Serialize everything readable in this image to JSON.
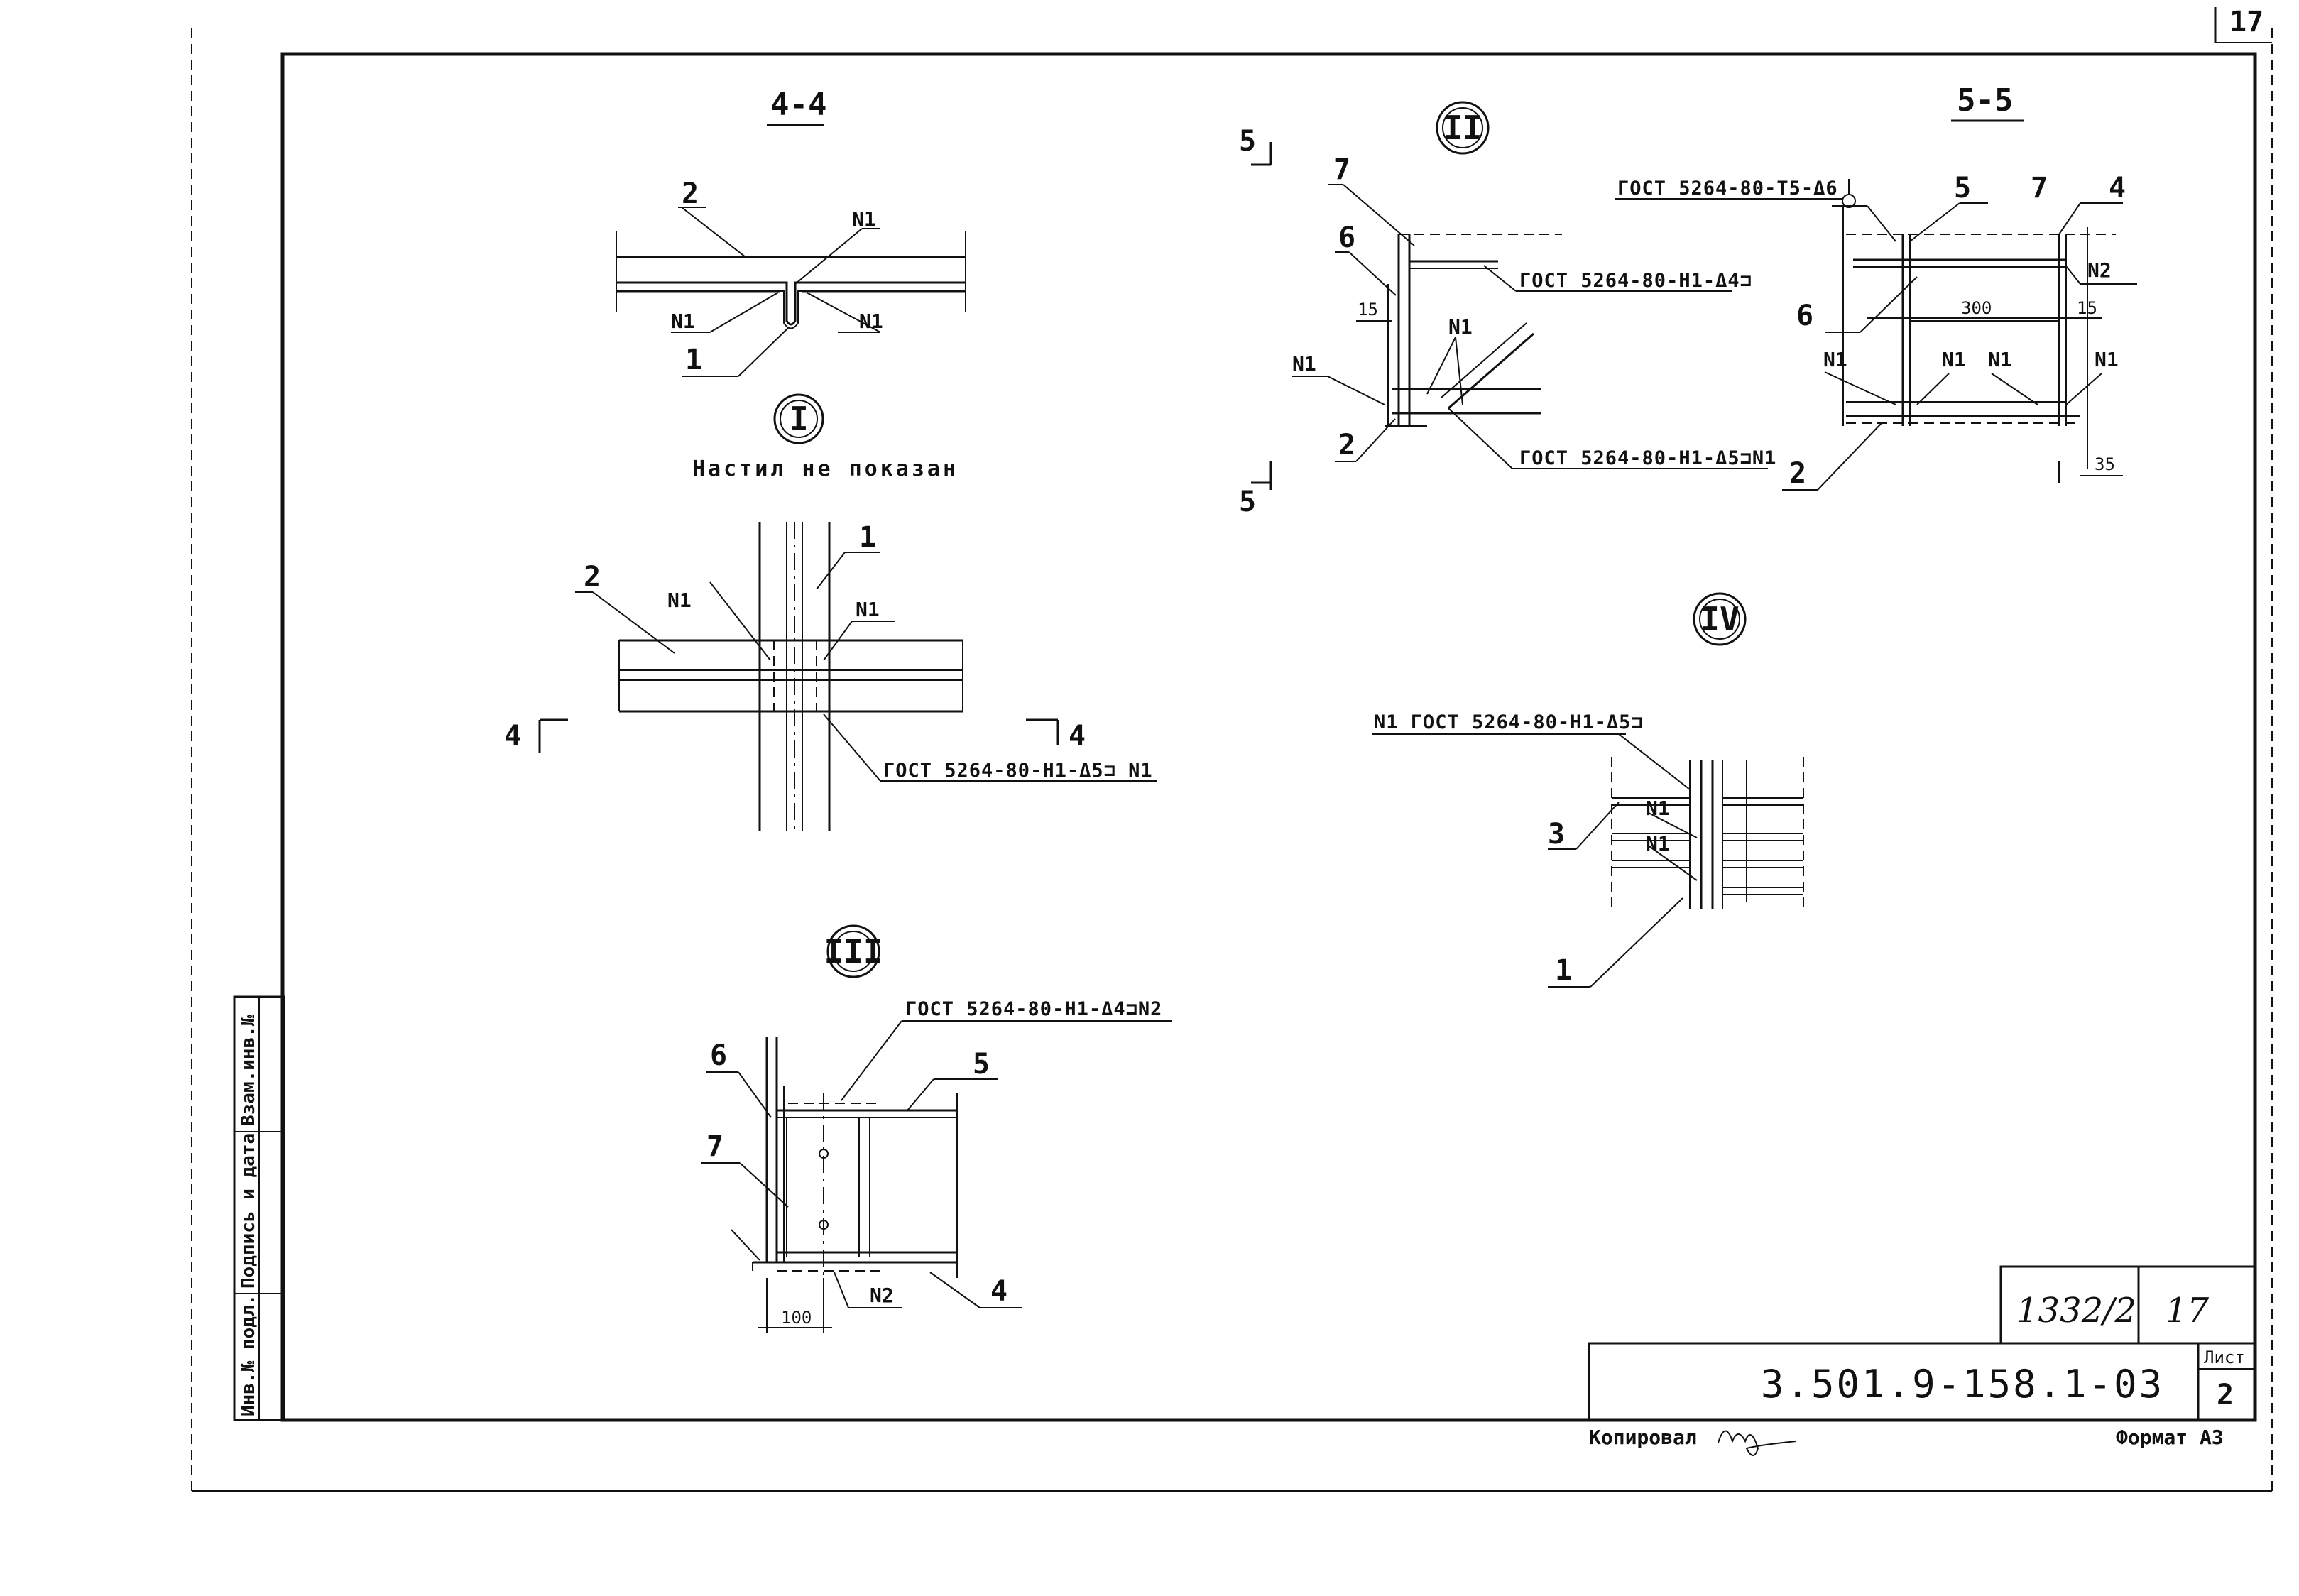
{
  "sheet_number_top": "17",
  "section_4_4": {
    "title": "4-4",
    "labels": [
      "2",
      "N1",
      "N1",
      "N1",
      "1"
    ]
  },
  "node_1": {
    "marker": "I",
    "note": "Настил не показан",
    "labels": [
      "2",
      "N1",
      "1",
      "N1"
    ],
    "cut_left": "4",
    "cut_right": "4",
    "weld": "ГОСТ 5264-80-Н1-Δ5⊐ N1"
  },
  "node_2": {
    "marker": "II",
    "cut_top": "5",
    "cut_bottom": "5",
    "labels": [
      "7",
      "6",
      "15",
      "N1",
      "N1",
      "2"
    ],
    "weld_top": "ГОСТ 5264-80-Н1-Δ4⊐",
    "weld_bottom": "ГОСТ 5264-80-Н1-Δ5⊐N1"
  },
  "section_5_5": {
    "title": "5-5",
    "weld": "ГОСТ 5264-80-Т5-Δ6",
    "labels": [
      "5",
      "7",
      "4",
      "N2",
      "6",
      "300",
      "15",
      "N1",
      "N1",
      "N1",
      "N1",
      "2",
      "35"
    ]
  },
  "node_4": {
    "marker": "IV",
    "weld": "N1 ГОСТ 5264-80-Н1-Δ5⊐",
    "labels": [
      "3",
      "N1",
      "N1",
      "1"
    ]
  },
  "node_3": {
    "marker": "III",
    "weld": "ГОСТ 5264-80-Н1-Δ4⊐N2",
    "labels": [
      "6",
      "5",
      "7",
      "N2",
      "4",
      "100"
    ]
  },
  "side_stamp": [
    "Инв.№ подл.",
    "Подпись и дата",
    "Взам.инв.№"
  ],
  "title_block": {
    "album": "1332/2",
    "album_sheet": "17",
    "designation": "3.501.9-158.1-03",
    "sheet_label": "Лист",
    "sheet_no": "2"
  },
  "footer": {
    "copied": "Копировал",
    "format": "Формат А3"
  }
}
